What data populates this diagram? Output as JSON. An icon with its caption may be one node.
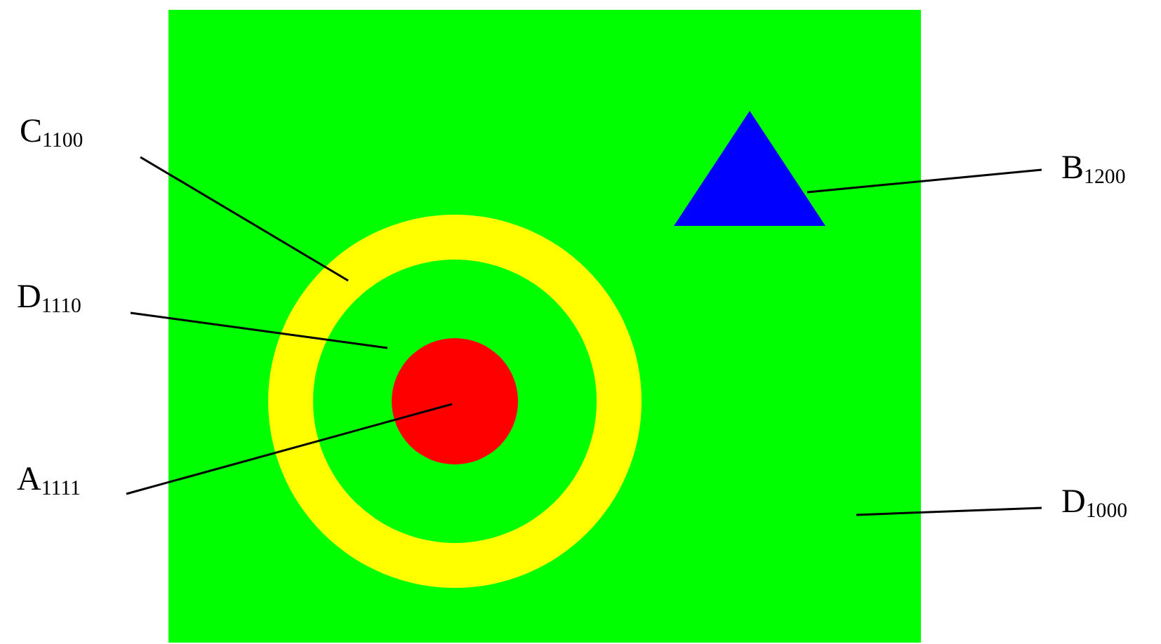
{
  "diagram": {
    "nodes": [
      {
        "text": [],
        "shape": "box"
      },
      {
        "text": [],
        "shape": "circle",
        "in": 0
      },
      {
        "text": [],
        "shape": "circle",
        "in": 1
      },
      {
        "text": [],
        "shape": "circle",
        "in": 2
      },
      {
        "text": [],
        "shape": "triangle",
        "in": 0
      },
      {
        "text": [
          "C$_{1100}$"
        ]
      },
      {
        "text": [
          "D$_{1110}$"
        ]
      },
      {
        "text": [
          "A$_{1111}$"
        ]
      },
      {
        "text": [
          "B$_{1200}$"
        ]
      },
      {
        "text": [
          "D$_{1000}$"
        ]
      }
    ],
    "edges": [
      {
        "from": 5,
        "to": 1,
        "arrow": "none"
      },
      {
        "from": 6,
        "to": 2,
        "arrow": "none"
      },
      {
        "from": 7,
        "to": 3,
        "arrow": "none"
      },
      {
        "from": 8,
        "to": 4,
        "arrow": "none"
      },
      {
        "from": 9,
        "to": 0,
        "arrow": "none"
      }
    ]
  }
}
